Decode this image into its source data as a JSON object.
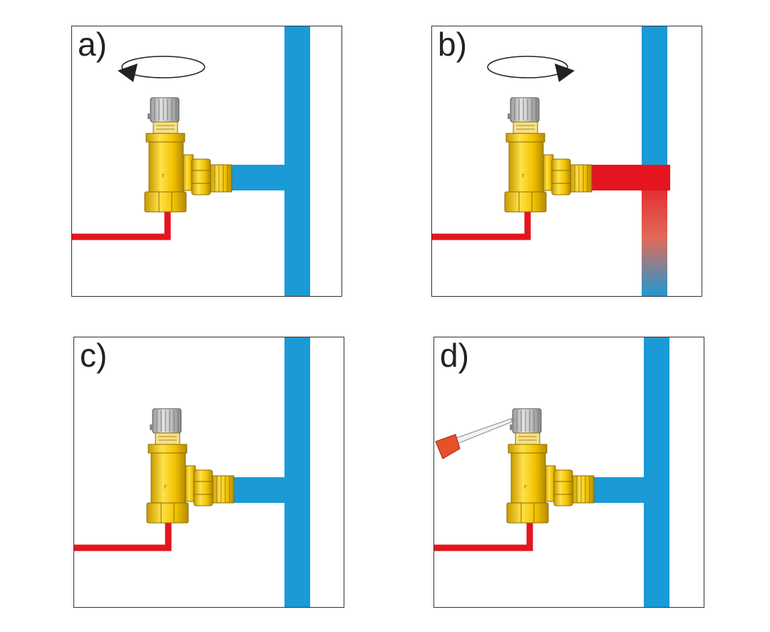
{
  "panels": [
    {
      "id": "a",
      "label": "a)"
    },
    {
      "id": "b",
      "label": "b)"
    },
    {
      "id": "c",
      "label": "c)"
    },
    {
      "id": "d",
      "label": "d)"
    }
  ],
  "colors": {
    "cold_water": "#1a9ad6",
    "hot_water": "#e4151f",
    "brass": "#f2c200",
    "brass_shadow": "#c99a00",
    "knob": "#c8c8c8",
    "tool": "#e8502a"
  },
  "icons": [
    "counterclockwise-arrow-icon",
    "clockwise-arrow-icon",
    "relief-valve-icon",
    "oil-dropper-icon"
  ]
}
